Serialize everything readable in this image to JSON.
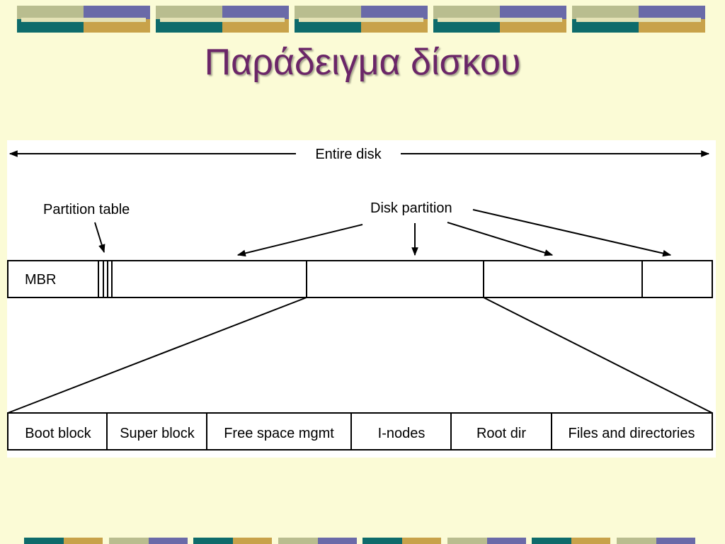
{
  "slide": {
    "title": "Παράδειγμα δίσκου",
    "colors": {
      "background": "#fbfbd6",
      "title": "#6b2668",
      "deco_teal": "#0e6b6b",
      "deco_gold": "#c8a24a",
      "deco_purple": "#6a6aa8",
      "deco_olive": "#b9bd8f"
    }
  },
  "diagram": {
    "entire_disk_label": "Entire disk",
    "partition_table_label": "Partition table",
    "disk_partition_label": "Disk partition",
    "mbr_label": "MBR",
    "partition_layout": [
      "Boot block",
      "Super block",
      "Free space mgmt",
      "I-nodes",
      "Root dir",
      "Files and directories"
    ]
  }
}
